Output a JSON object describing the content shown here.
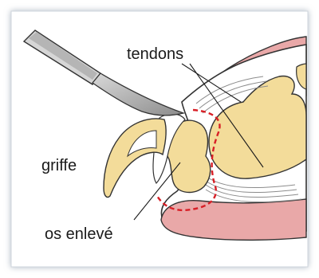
{
  "labels": {
    "tendons": "tendons",
    "claw": "griffe",
    "bone_removed": "os enlevé"
  },
  "colors": {
    "bone": "#f3dc9a",
    "skin": "#e9a8a8",
    "outline": "#333333",
    "incision": "#d81f26",
    "instrument": "#b3b3b3"
  },
  "icons": {
    "instrument": "scalpel-icon"
  }
}
